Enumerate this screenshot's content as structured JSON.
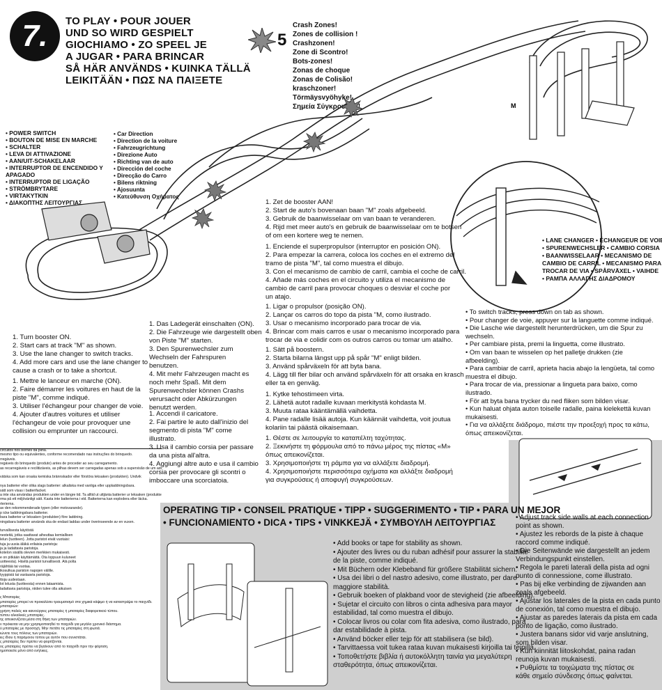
{
  "step": "7.",
  "title_lines": [
    "TO PLAY • POUR JOUER",
    "UND SO WIRD GESPIELT",
    "GIOCHIAMO • ZO SPEEL JE",
    "A JUGAR • PARA BRINCAR",
    "SÅ HÄR ANVÄNDS • KUINKA TÄLLÄ",
    "LEIKITÄÄN • ΠΩΣ ΝΑ ΠΑΙΞΕΤΕ"
  ],
  "crash": {
    "number": "5",
    "labels": [
      "Crash Zones!",
      "Zones de collision !",
      "Crashzonen!",
      "Zone di Scontro!",
      "Bots-zones!",
      "Zonas de choque",
      "Zonas de Colisão!",
      "kraschzoner!",
      "Törmäysvyöhyke!",
      "Σημεία Σύγκρουσης!"
    ]
  },
  "power_switch_labels": [
    "• POWER SWITCH",
    "• BOUTON DE MISE EN MARCHE",
    "• SCHALTER",
    "• LEVA DI ATTIVAZIONE",
    "• AAN/UIT-SCHAKELAAR",
    "• INTERRUPTOR DE ENCENDIDO Y",
    "   APAGADO",
    "• INTERRUPTOR DE LIGAÇÃO",
    "• STRÖMBRYTARE",
    "• VIRTAKYTKIN",
    "• ΔΙΑΚΟΠΤΗΣ ΛΕΙΤΟΥΡΓΙΑΣ"
  ],
  "car_direction_labels": [
    "• Car Direction",
    "• Direction de la voiture",
    "• Fahrzeugrichtung",
    "• Direzione Auto",
    "• Richting van de auto",
    "• Dirección del coche",
    "• Direcção do Carro",
    "• Bilens riktning",
    "• Ajosuunta",
    "• Κατεύθυνση Οχήματος"
  ],
  "track_marker": "M",
  "lane_changer_labels": [
    "• LANE CHANGER • ÉCHANGEUR DE VOIE",
    "• SPURENWECHSLER • CAMBIO CORSIA",
    "• BAANWISSELAAR • MECANISMO DE",
    "CAMBIO DE CARRIL • MECANISMO PARA",
    "TROCAR DE VIA • SPÅRVÄXEL • VAIHDE",
    "• ΡΑΜΠΑ ΑΛΛΑΓΗΣ ΔΙΑΔΡΟΜΟΥ"
  ],
  "instructions": {
    "en": [
      "1. Turn booster ON.",
      "2. Start cars at track \"M\" as shown.",
      "3. Use the lane changer to switch tracks.",
      "4. Add more cars and use the lane changer to",
      "    cause a crash or to take a shortcut."
    ],
    "fr": [
      "1. Mettre le lanceur en marche (ON).",
      "2. Faire démarrer les voitures en haut de la",
      "    piste \"M\", comme indiqué.",
      "3. Utiliser l'échangeur pour changer de voie.",
      "4. Ajouter d'autres voitures et utiliser",
      "    l'échangeur de voie pour provoquer une",
      "    collision ou emprunter un raccourci."
    ],
    "de": [
      "1. Das Ladegerät einschalten (ON).",
      "2. Die Fahrzeuge wie dargestellt oben",
      "    von Piste \"M\" starten.",
      "3. Den Spurenwechsler zum",
      "    Wechseln der Fahrspuren",
      "    benutzen.",
      "4. Mit mehr Fahrzeugen macht es",
      "    noch mehr Spaß. Mit dem",
      "    Spurenwechsler können Crashs",
      "    verursacht oder Abkürzungen",
      "    benutzt werden."
    ],
    "it": [
      "1. Accendi il caricatore.",
      "2. Fai partire le auto dall'inizio del",
      "    segmento di pista \"M\" come",
      "    illustrato.",
      "3. Usa il cambio corsia per passare",
      "    da una pista all'altra.",
      "4. Aggiungi altre auto e usa il cambio",
      "    corsia per provocare gli scontri o",
      "    imboccare una scorciatoia."
    ],
    "nl": [
      "1. Zet de booster AAN!",
      "2. Start de auto's bovenaan baan \"M\" zoals afgebeeld.",
      "3. Gebruik de baanwisselaar om van baan te veranderen.",
      "4. Rijd met meer auto's en gebruik de baanwisselaar om te botsen",
      "    of om een kortere weg te nemen."
    ],
    "es": [
      "1. Enciende el superpropulsor (interruptor en posición ON).",
      "2. Para empezar la carrera, coloca los coches en el extremo del",
      "    tramo de pista \"M\", tal como muestra el dibujo.",
      "3. Con el mecanismo de cambio de carril, cambia el coche de carril.",
      "4. Añade más coches en el circuito y utiliza el mecanismo de",
      "    cambio de carril para provocar choques o desviar el coche por",
      "    un atajo."
    ],
    "pt": [
      "1. Ligar o propulsor (posição ON).",
      "2. Lançar os carros do topo da pista \"M, como ilustrado.",
      "3. Usar o mecanismo incorporado para trocar de via.",
      "4. Brincar com mais carros e usar o mecanismo incorporado para",
      "    trocar de via e colidir com os outros carros ou tomar um atalho."
    ],
    "sv": [
      "1. Sätt på boostern.",
      "2. Starta bilarna längst upp på spår \"M\" enligt bilden.",
      "3. Använd spårväxeln för att byta bana.",
      "4. Lägg till fler bilar och använd spårväxeln för att orsaka en krasch",
      "    eller ta en genväg."
    ],
    "fi": [
      "1. Kytke tehostimeen virta.",
      "2. Lähetä autot radalle kuvaan merkitystä kohdasta M.",
      "3. Muuta rataa kääntämällä vaihdetta.",
      "4. Pane radalle lisää autoja. Kun käännät vaihdetta, voit joutua",
      "    kolariin tai päästä oikaisemaan."
    ],
    "el": [
      "1. Θέστε σε λειτουργία το καταπέλτη ταχύτητας.",
      "2. Ξεκινήστε τη φόρμουλα από το πάνω μέρος της πίστας «M»",
      "    όπως απεικονίζεται.",
      "3. Χρησιμοποιήστε τη ράμπα για να αλλάξετε διαδρομή.",
      "4. Χρησιμοποιήστε περισσότερα οχήματα και αλλάξτε διαδρομή",
      "    για συγκρούσεις ή αποφυγή συγκρούσεων."
    ]
  },
  "switch_tracks": [
    "• To switch tracks, press down on tab as shown.",
    "• Pour changer de voie, appuyer sur la languette comme indiqué.",
    "• Die Lasche wie dargestellt herunterdrücken, um die Spur zu",
    "   wechseln.",
    "• Per cambiare pista, premi la linguetta, come illustrato.",
    "• Om van baan te wisselen op het palletje drukken (zie",
    "   afbeelding).",
    "• Para cambiar de carril, aprieta hacia abajo la lengüeta, tal como",
    "   muestra el dibujo.",
    "• Para trocar de via, pressionar a lingueta para baixo, como",
    "   ilustrado.",
    "• För att byta bana trycker du ned fliken som bilden visar.",
    "• Kun haluat ohjata auton toiselle radalle, paina kielekettä kuvan",
    "   mukaisesti.",
    "• Για να αλλάξετε διάδρομο, πιέστε την προεξοχή προς τα κάτω,",
    "   όπως απεικονίζεται."
  ],
  "safety_lines": [
    "circuitos nos bornes da pilha.",
    "mesmo tipo ou equivalentes, conforme recomendado nas instruções do brinquedo.",
    "rregáveis.",
    "regáveis do brinquedo (produto) antes de proceder ao seu carregamento.",
    "as recarregáveis e recilitizáveis, as pilhas devem ser carregadas apenas sob a supervisão de um adulto.",
    "",
    "vätska som kan orsaka kemiska brännskador eller förstöra leksaken (produkten). Undvik",
    "",
    "nya batterier eller olika slags batterier: alkaliska med vanliga eller uppladdningsbara.",
    "sätt som visas i batterifacket.",
    "a inte ska användas produkten under en längre tid. Ta alltid ut uttjänta batterier ur leksaken (produkten).",
    "rma på ett miljövänligt sätt. Kasta inte batterierna i eld. Batterierna kan explodera eller läcka.",
    "rterierna.",
    "av den rekommenderade typen (eller motsvarande).",
    "p icke laddningsbara batterier.",
    "bara batterier ur leksaken (produkten) före laddning.",
    "ningsbara batterier används ska de endast laddas under överinseende av en vuxen.",
    "",
    "turvallisesta käytöstä",
    "nesteitä, jotka saattavat aiheuttaa kemiallisen",
    "lelun (tuotteen). Jotta paristot eivät vuotaisi:",
    "tuja ja uusia äläkä erilaisia paristoja:",
    "ja ja ladattavia paristoja.",
    "kotelon sisällä olevien merkkien mukaisesti.",
    "e on pitkään käyttämättä. Ota loppuun kuluneet",
    "uotteesta). Hävitä paristot turvallisesti. Älä polta",
    "räjähtää tai vuotaa.",
    "ikosulkua pariston napojen välille.",
    "tyyppisiä tai vastaavia paristoja.",
    "ttoja uudestaan.",
    "lot lelusta (tuotteesta) ennen lataamista.",
    "ladattavia paristoja, niiden tulee olla aikuisen",
    "",
    "ς Μπαταρίες",
    "μπαταρίες μπορεί να προκαλέσει τραυματισμό στα χημικά κάψιμο ή να καταστρέψει το παιχνίδι.",
    "μπαταριών:",
    "χρήση παλιές και καινούργιες μπαταρίες ή μπαταρίες διαφορετικού τύπου.",
    "τύπου αλκαλικές μπαταρίες.",
    "ης απεικονίζεται μέσα στη θήκη των μπαταριών.",
    "ν πρόκειται να μην χρησιμοποιηθεί το παιχνίδι για μεγάλο χρονικό διάστημα.",
    "ύ μπαταρίες με προσοχή. Μην πετάτε τις μπαταρίες στη φωτιά.",
    "ιώνετε τους πόλους των μπαταριών.",
    "ιες ίδιου ή παρόμοιου τύπου με αυτόν που συνιστάται.",
    "ς μπαταρίες δεν πρέπει να φορτίζονται.",
    "ος μπαταρίες πρέπει να βγαίνουν από το παιχνίδι πριν την φόρτιση.",
    "ημοποιείτε μόνο από ενήλικες."
  ],
  "tip_title_lines": [
    "OPERATING TIP • CONSEIL PRATIQUE • TIPP • SUGGERIMENTO • TIP • PARA UN MEJOR",
    "• FUNCIONAMIENTO • DICA • TIPS • VINKKEJÄ • ΣΥΜΒΟΥΛΗ ΛΕΙΤΟΥΡΓΙΑΣ"
  ],
  "tip_stability": [
    "• Add books or tape for stability as shown.",
    "• Ajouter des livres ou du ruban adhésif pour assurer la stabilité",
    "   de la piste, comme indiqué.",
    "• Mit Büchern oder Klebeband für größere Stabilität sichern.",
    "• Usa dei libri o del nastro adesivo, come illustrato, per dare",
    "   maggiore stabilità.",
    "• Gebruik boeken of plakband voor de stevigheid (zie afbeelding).",
    "• Sujetar el circuito con libros o cinta adhesiva para mayor",
    "   estabilidad, tal como muestra el dibujo.",
    "• Colocar livros ou colar com fita adesiva, como ilustrado, para",
    "   dar estabilidade à pista.",
    "• Använd böcker eller tejp för att stabilisera (se bild).",
    "• Tarvittaessa voit tukea rataa kuvan mukaisesti kirjoilla tai teipillä.",
    "• Τοποθετήστε βιβλία ή αυτοκόλλητη ταινία για μεγαλύτερη",
    "   σταθερότητα, όπως απεικονίζεται."
  ],
  "tip_walls": [
    "• Adjust track side walls at each connection",
    "   point as shown.",
    "• Ajustez les rebords de la piste à chaque",
    "   raccord comme indiqué.",
    "• Die Seitenwände wie dargestellt an jedem",
    "   Verbindungspunkt einstellen.",
    "• Regola le pareti laterali della pista ad ogni",
    "   punto di connessione, come illustrato.",
    "• Pas bij elke verbinding de zijwanden aan",
    "   zoals afgebeeld.",
    "• Ajustar los laterales de la pista en cada punto",
    "   de conexión, tal como muestra el dibujo.",
    "• Ajustar as paredes laterais da pista em cada",
    "   ponto de ligação, como ilustrado.",
    "• Justera banans sidor vid varje anslutning,",
    "   som bilden visar.",
    "• Kun kiinnität liitoskohdat, paina radan",
    "   reunoja kuvan mukaisesti.",
    "• Ρυθμίστε τα τοιχώματα της πίστας σε",
    "   κάθε σημείο σύνδεσης όπως φαίνεται."
  ]
}
